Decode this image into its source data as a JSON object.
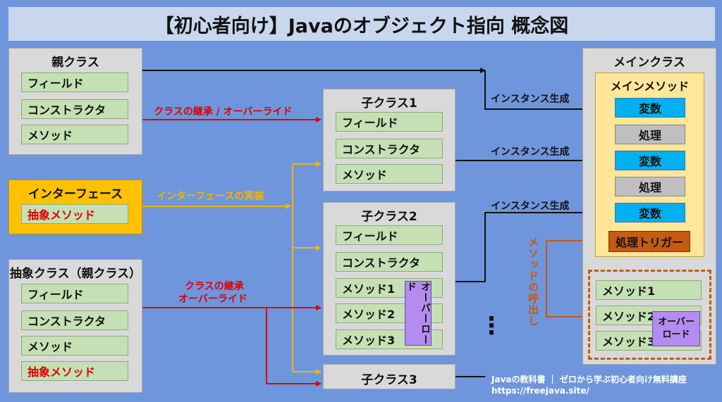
{
  "title": "【初心者向け】Javaのオブジェクト指向 概念図",
  "parent_class": {
    "title": "親クラス",
    "items": [
      "フィールド",
      "コンストラクタ",
      "メソッド"
    ]
  },
  "interface": {
    "title": "インターフェース",
    "abstract_method": "抽象メソッド"
  },
  "abstract_class": {
    "title": "抽象クラス（親クラス）",
    "items": [
      "フィールド",
      "コンストラクタ",
      "メソッド"
    ],
    "abstract_method": "抽象メソッド"
  },
  "child1": {
    "title": "子クラス1",
    "items": [
      "フィールド",
      "コンストラクタ",
      "メソッド"
    ]
  },
  "child2": {
    "title": "子クラス2",
    "items": [
      "フィールド",
      "コンストラクタ",
      "メソッド1",
      "メソッド2",
      "メソッド3"
    ],
    "override": "オーバーロード"
  },
  "child3": {
    "title": "子クラス3"
  },
  "main_class": {
    "title": "メインクラス",
    "main_method": "メインメソッド",
    "blocks": [
      "変数",
      "処理",
      "変数",
      "処理",
      "変数"
    ],
    "trigger": "処理トリガー",
    "methods": [
      "メソッド1",
      "メソッド2",
      "メソッド3"
    ],
    "override_line1": "オーバー",
    "override_line2": "ロード"
  },
  "labels": {
    "inherit_override": "クラスの継承 / オーバーライド",
    "interface_impl": "インターフェースの実装",
    "inherit": "クラスの継承",
    "override": "オーバーライド",
    "instance1": "インスタンス生成",
    "instance2": "インスタンス生成",
    "instance3": "インスタンス生成",
    "method_call": "メソッドの呼出し",
    "ellipsis": "⋮"
  },
  "footer": {
    "line1": "Javaの教科書 ｜ ゼロから学ぶ初心者向け無料講座",
    "line2": "https://freejava.site/"
  },
  "colors": {
    "background": "#6f96dc",
    "inherit_arrow": "#e00000",
    "interface_arrow": "#f4b400",
    "call_arrow": "#c55a11",
    "variable": "#00b0f0",
    "trigger": "#c55a11",
    "main_method_bg": "#ffe699",
    "interface_bg": "#ffc000",
    "override_bg": "#b48cf0"
  }
}
